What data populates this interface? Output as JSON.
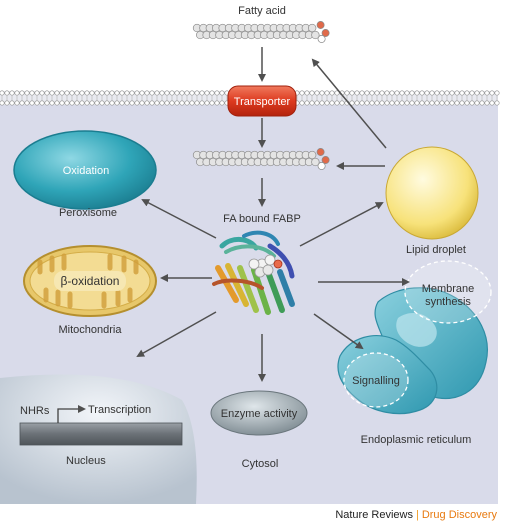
{
  "labels": {
    "fatty_acid": "Fatty acid",
    "transporter": "Transporter",
    "fa_bound_fabp": "FA bound FABP",
    "oxidation": "Oxidation",
    "peroxisome": "Peroxisome",
    "beta_oxidation": "β-oxidation",
    "mitochondria": "Mitochondria",
    "lipid_droplet": "Lipid droplet",
    "membrane_synthesis_line1": "Membrane",
    "membrane_synthesis_line2": "synthesis",
    "signalling": "Signalling",
    "endoplasmic_reticulum": "Endoplasmic reticulum",
    "nhrs": "NHRs",
    "transcription": "Transcription",
    "nucleus": "Nucleus",
    "enzyme_activity": "Enzyme activity",
    "cytosol": "Cytosol"
  },
  "credit": {
    "publisher": "Nature Reviews",
    "separator": "|",
    "journal": "Drug Discovery"
  },
  "colors": {
    "cell_interior": "#d9dbea",
    "peroxisome": "#2fa5b8",
    "lipid_droplet": "#f7e27a",
    "mitochondria": "#f3dc93",
    "enzyme": "#8e9aa2",
    "er": "#49b0c6",
    "nucleus": "#c9d2dc",
    "transporter": "#dd3a1f",
    "accent_orange": "#e87a10"
  }
}
